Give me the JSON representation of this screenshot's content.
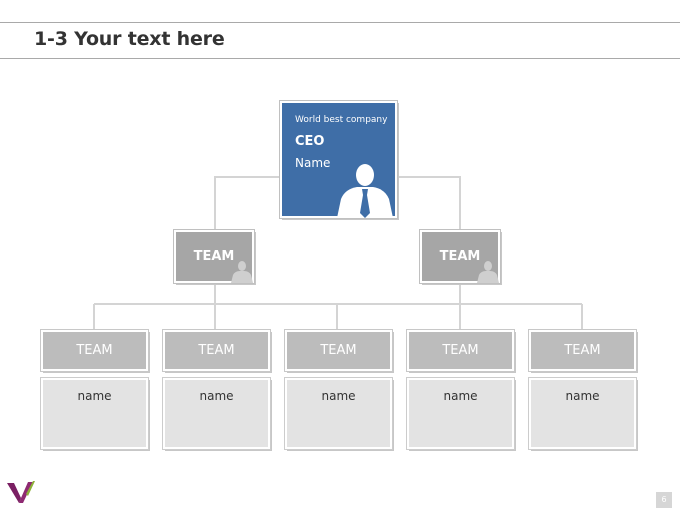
{
  "slide": {
    "title": "1-3 Your text here",
    "page_number": "6"
  },
  "ceo": {
    "company": "World best company",
    "title": "CEO",
    "name": "Name"
  },
  "teams": [
    {
      "label": "TEAM"
    },
    {
      "label": "TEAM"
    }
  ],
  "sub_teams": [
    {
      "label": "TEAM",
      "name": "name"
    },
    {
      "label": "TEAM",
      "name": "name"
    },
    {
      "label": "TEAM",
      "name": "name"
    },
    {
      "label": "TEAM",
      "name": "name"
    },
    {
      "label": "TEAM",
      "name": "name"
    }
  ],
  "colors": {
    "ceo_box": "#3f6ea7",
    "team_box": "#a6a6a6",
    "sub_team_box": "#bcbcbc",
    "name_box": "#e3e3e3",
    "logo_purple": "#7a1f63",
    "logo_green": "#8db03a"
  }
}
